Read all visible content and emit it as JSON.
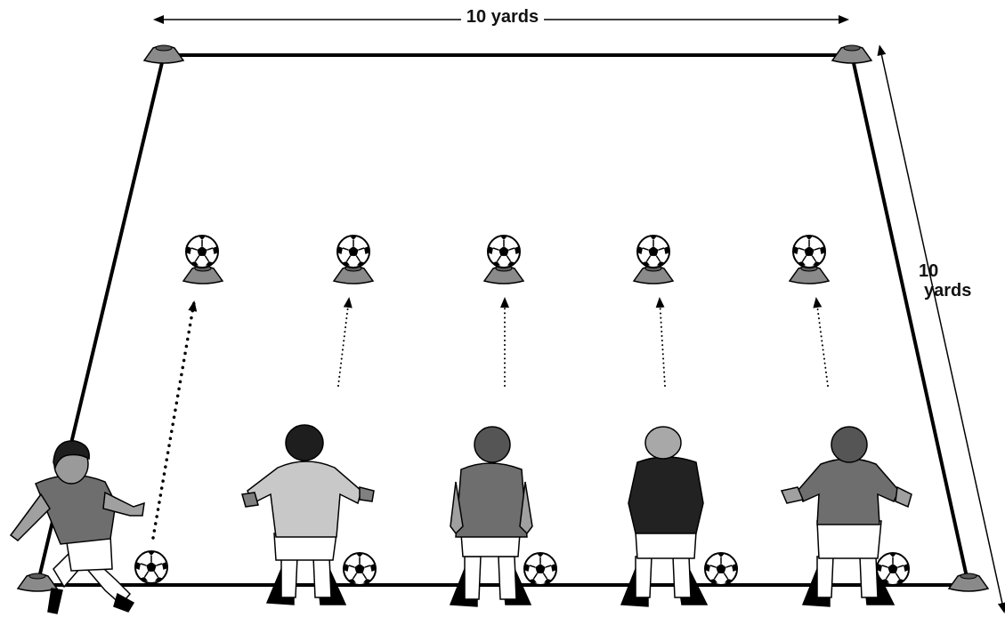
{
  "diagram": {
    "top_dimension_label": "10 yards",
    "side_dimension_number": "10",
    "side_dimension_unit": "yards"
  },
  "colors": {
    "outline": "#000000",
    "cone": "#8a8a8a",
    "shirt_light": "#c8c8c8",
    "shirt_medium": "#6e6e6e",
    "shirt_dark": "#222222",
    "hair_dark": "#1e1e1e",
    "hair_medium": "#555555",
    "hair_light": "#a8a8a8"
  },
  "players": [
    {
      "role": "kicking",
      "shirt": "medium",
      "hair": "dark"
    },
    {
      "role": "standing",
      "shirt": "light",
      "hair": "dark"
    },
    {
      "role": "standing",
      "shirt": "medium",
      "hair": "medium"
    },
    {
      "role": "standing",
      "shirt": "dark",
      "hair": "light"
    },
    {
      "role": "standing",
      "shirt": "medium",
      "hair": "medium"
    }
  ]
}
